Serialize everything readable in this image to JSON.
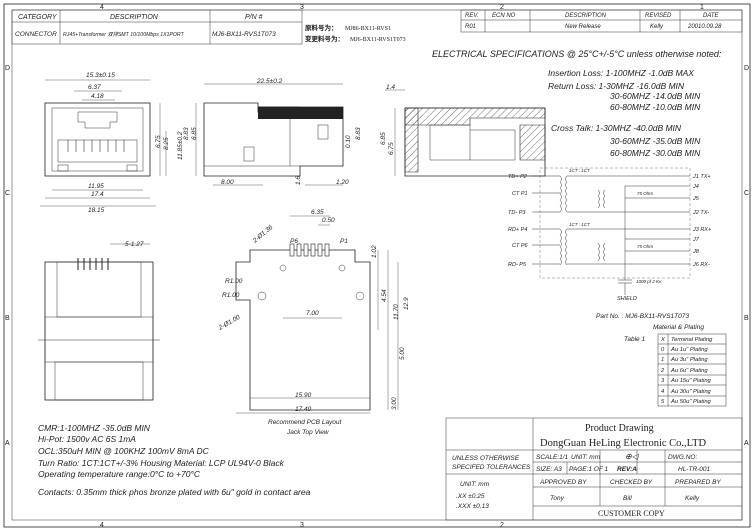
{
  "title_block_top": {
    "headers": [
      "CATEGORY",
      "DESCRIPTION",
      "P/N #"
    ],
    "values": [
      "CONNECTOR",
      "RJ45+Transformer 双排SMT 10/100Mbps 1X1PORT",
      "MJ6-BX11-RVS1T073"
    ]
  },
  "part_numbers": {
    "original_label": "原料号为：",
    "original_value": "MJ86-BX11-RVS1",
    "changed_label": "变更料号为：",
    "changed_value": "MJ6-BX11-RVS1T073"
  },
  "revision_table": {
    "headers": [
      "REV.",
      "ECN NO",
      "DESCRIPTION",
      "REVISED",
      "DATE"
    ],
    "rows": [
      [
        "R01",
        "",
        "New Release",
        "Kelly",
        "20010.09.28"
      ]
    ]
  },
  "electrical": {
    "heading": "ELECTRICAL SPECIFICATIONS @ 25°C+/-5°C unless otherwise noted:",
    "insertion_loss": "Insertion Loss: 1-100MHZ    -1.0dB MAX",
    "return_loss_1": "Return Loss: 1-30MHZ      -16.0dB MIN",
    "return_loss_2": "30-60MHZ    -14.0dB MIN",
    "return_loss_3": "60-80MHZ    -10.0dB MIN",
    "cross_talk_1": "Cross Talk: 1-30MHZ      -40.0dB MIN",
    "cross_talk_2": "30-60MHZ    -35.0dB MIN",
    "cross_talk_3": "60-80MHZ    -30.0dB MIN"
  },
  "schematic": {
    "left_pins": [
      "TD+ P2",
      "CT P1",
      "TD- P3",
      "RD+ P4",
      "CT P6",
      "RD- P5"
    ],
    "right_pins": [
      "J1 TX+",
      "J4",
      "J5",
      "J2 TX-",
      "J3 RX+",
      "J7",
      "J8",
      "J6 RX-"
    ],
    "ratio_1": "1CT : 1CT",
    "ratio_2": "1CT : 1CT",
    "resistor": "75 Ohm",
    "cap": "1000 pf 2 Kv",
    "shield": "SHIELD"
  },
  "plating": {
    "part_no": "Part No. : MJ6-BX11-RVS1T073",
    "caption": "Material & Plating",
    "table_label": "Table 1",
    "headers": [
      "X",
      "Terminal Plating"
    ],
    "rows": [
      [
        "0",
        "Au 1u\" Plating"
      ],
      [
        "1",
        "Au 3u\" Plating"
      ],
      [
        "2",
        "Au 6u\" Plating"
      ],
      [
        "3",
        "Au 15u\" Plating"
      ],
      [
        "4",
        "Au 30u\" Plating"
      ],
      [
        "5",
        "Au 50u\" Plating"
      ]
    ]
  },
  "dims": {
    "d15_3": "15.3±0.15",
    "d6_37": "6.37",
    "d4_18": "4.18",
    "d11_95": "11.95",
    "d17_4": "17.4",
    "d18_15": "18.15",
    "d6_75a": "6.75",
    "d8_25": "8.25",
    "d11_85": "11.85±0.2",
    "d22_5": "22.5±0.2",
    "d8_83a": "8.83",
    "d6_85a": "6.85",
    "d8_00": "8.00",
    "d1_6": "1.6",
    "d1_20": "1.20",
    "d0_10": "0.10",
    "d8_83b": "8.83",
    "d1_4": "1.4",
    "d6_85b": "6.85",
    "d6_75b": "6.75",
    "d5_127": "5-1.27",
    "d6_35": "6.35",
    "d0_50": "0.50",
    "p6": "P6",
    "p1": "P1",
    "d2_16": "2-Ø1.36",
    "d1_02": "1.02",
    "d1_00a": "R1.00",
    "d1_00b": "R1.00",
    "d2_100": "2-Ø1.00",
    "d7_00": "7.00",
    "d4_54": "4.54",
    "d11_70": "11.70",
    "d12_9": "12.9",
    "d5_00": "5.00",
    "d15_90": "15.90",
    "d17_40": "17.40",
    "d3_00": "3.00",
    "layout_caption_1": "Recommend PCB Layout",
    "layout_caption_2": "Jack Top View"
  },
  "notes": {
    "cmr": "CMR:1-100MHZ   -35.0dB MIN",
    "hipot": "Hi-Pot:  1500v AC 6S 1mA",
    "ocl": "OCL:350uH MIN @ 100KHZ 100mV 8mA DC",
    "turn": "Turn Ratio: 1CT:1CT+/-3%   Housing Material: LCP UL94V-0 Black",
    "temp": "Operating temperature range:0°C to +70°C",
    "contacts": "Contacts: 0.35mm thick phos bronze plated with 6u\" gold in contact area"
  },
  "title_block": {
    "product": "Product Drawing",
    "company": "DongGuan HeLing Electronic Co.,LTD",
    "tol_1": "UNLESS OTHERWISE",
    "tol_2": "SPECIFED TOLERANCES",
    "unit_label": "UNIT: mm",
    "tol_xx": ".XX    ±0.25",
    "tol_xxx": ".XXX  ±0.13",
    "scale": "SCALE:1/1",
    "unit": "UNIT: mm",
    "dwg_no_label": "DWG.NO:",
    "dwg_no": "HL-TR-001",
    "size": "SIZE: A3",
    "page": "PAGE:1 OF 1",
    "rev": "REV:A",
    "approved": "APPROVED BY",
    "checked": "CHECKED BY",
    "prepared": "PREPARED BY",
    "approved_name": "Tony",
    "checked_name": "Bill",
    "prepared_name": "Kelly",
    "customer": "CUSTOMER COPY"
  },
  "border": {
    "top_nums": [
      "4",
      "3",
      "2",
      "1"
    ],
    "side_letters": [
      "A",
      "B",
      "C",
      "D"
    ]
  }
}
